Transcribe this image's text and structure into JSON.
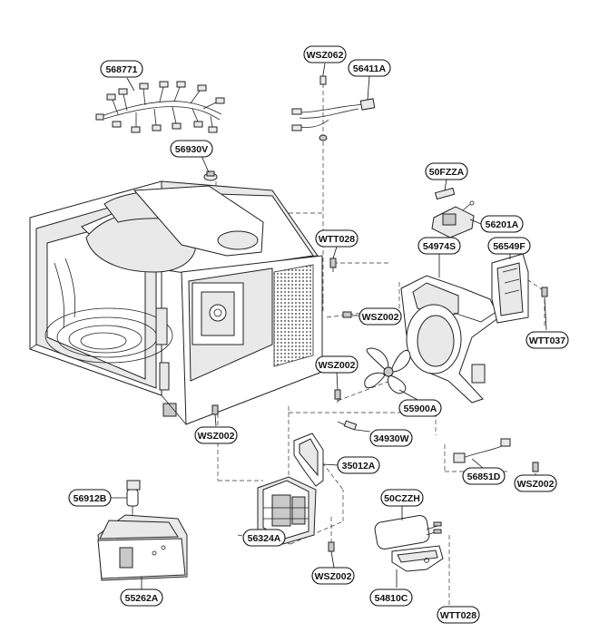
{
  "labels": {
    "harness": "568771",
    "screw_top": "WSZ062",
    "wire_top": "56411A",
    "thermostat": "56930V",
    "fuse": "50FZZA",
    "switch": "56201A",
    "screw_wtt_mid": "WTT028",
    "bracket": "54974S",
    "shield": "56549F",
    "screw_wsz_mid": "WSZ002",
    "screw_wtt_right": "WTT037",
    "screw_wsz_center": "WSZ002",
    "fan": "55900A",
    "screw_wsz_left": "WSZ002",
    "diode": "34930W",
    "transformer_bracket": "35012A",
    "cord": "56851D",
    "screw_wsz_right": "WSZ002",
    "capacitor": "50CZZH",
    "lamp": "56912B",
    "transformer": "56324A",
    "screw_wsz_bottom": "WSZ002",
    "base_part": "55262A",
    "cap_bracket": "54810C",
    "screw_wtt_bottom": "WTT028"
  },
  "colors": {
    "line": "#222222",
    "background": "#ffffff"
  }
}
